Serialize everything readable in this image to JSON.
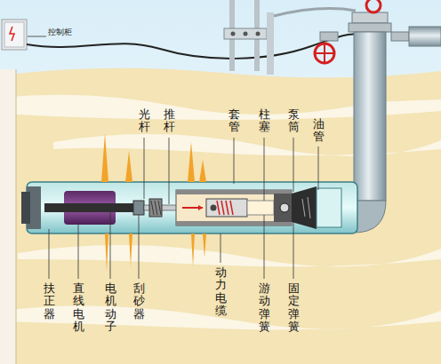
{
  "diagram": {
    "labels": [
      "控制柜",
      "光杆",
      "推杆",
      "套管",
      "柱塞",
      "泵筒",
      "油管",
      "扶正器",
      "直线电机",
      "电机动子",
      "刮砂器",
      "动力电缆",
      "游动弹簧",
      "固定弹簧"
    ]
  }
}
